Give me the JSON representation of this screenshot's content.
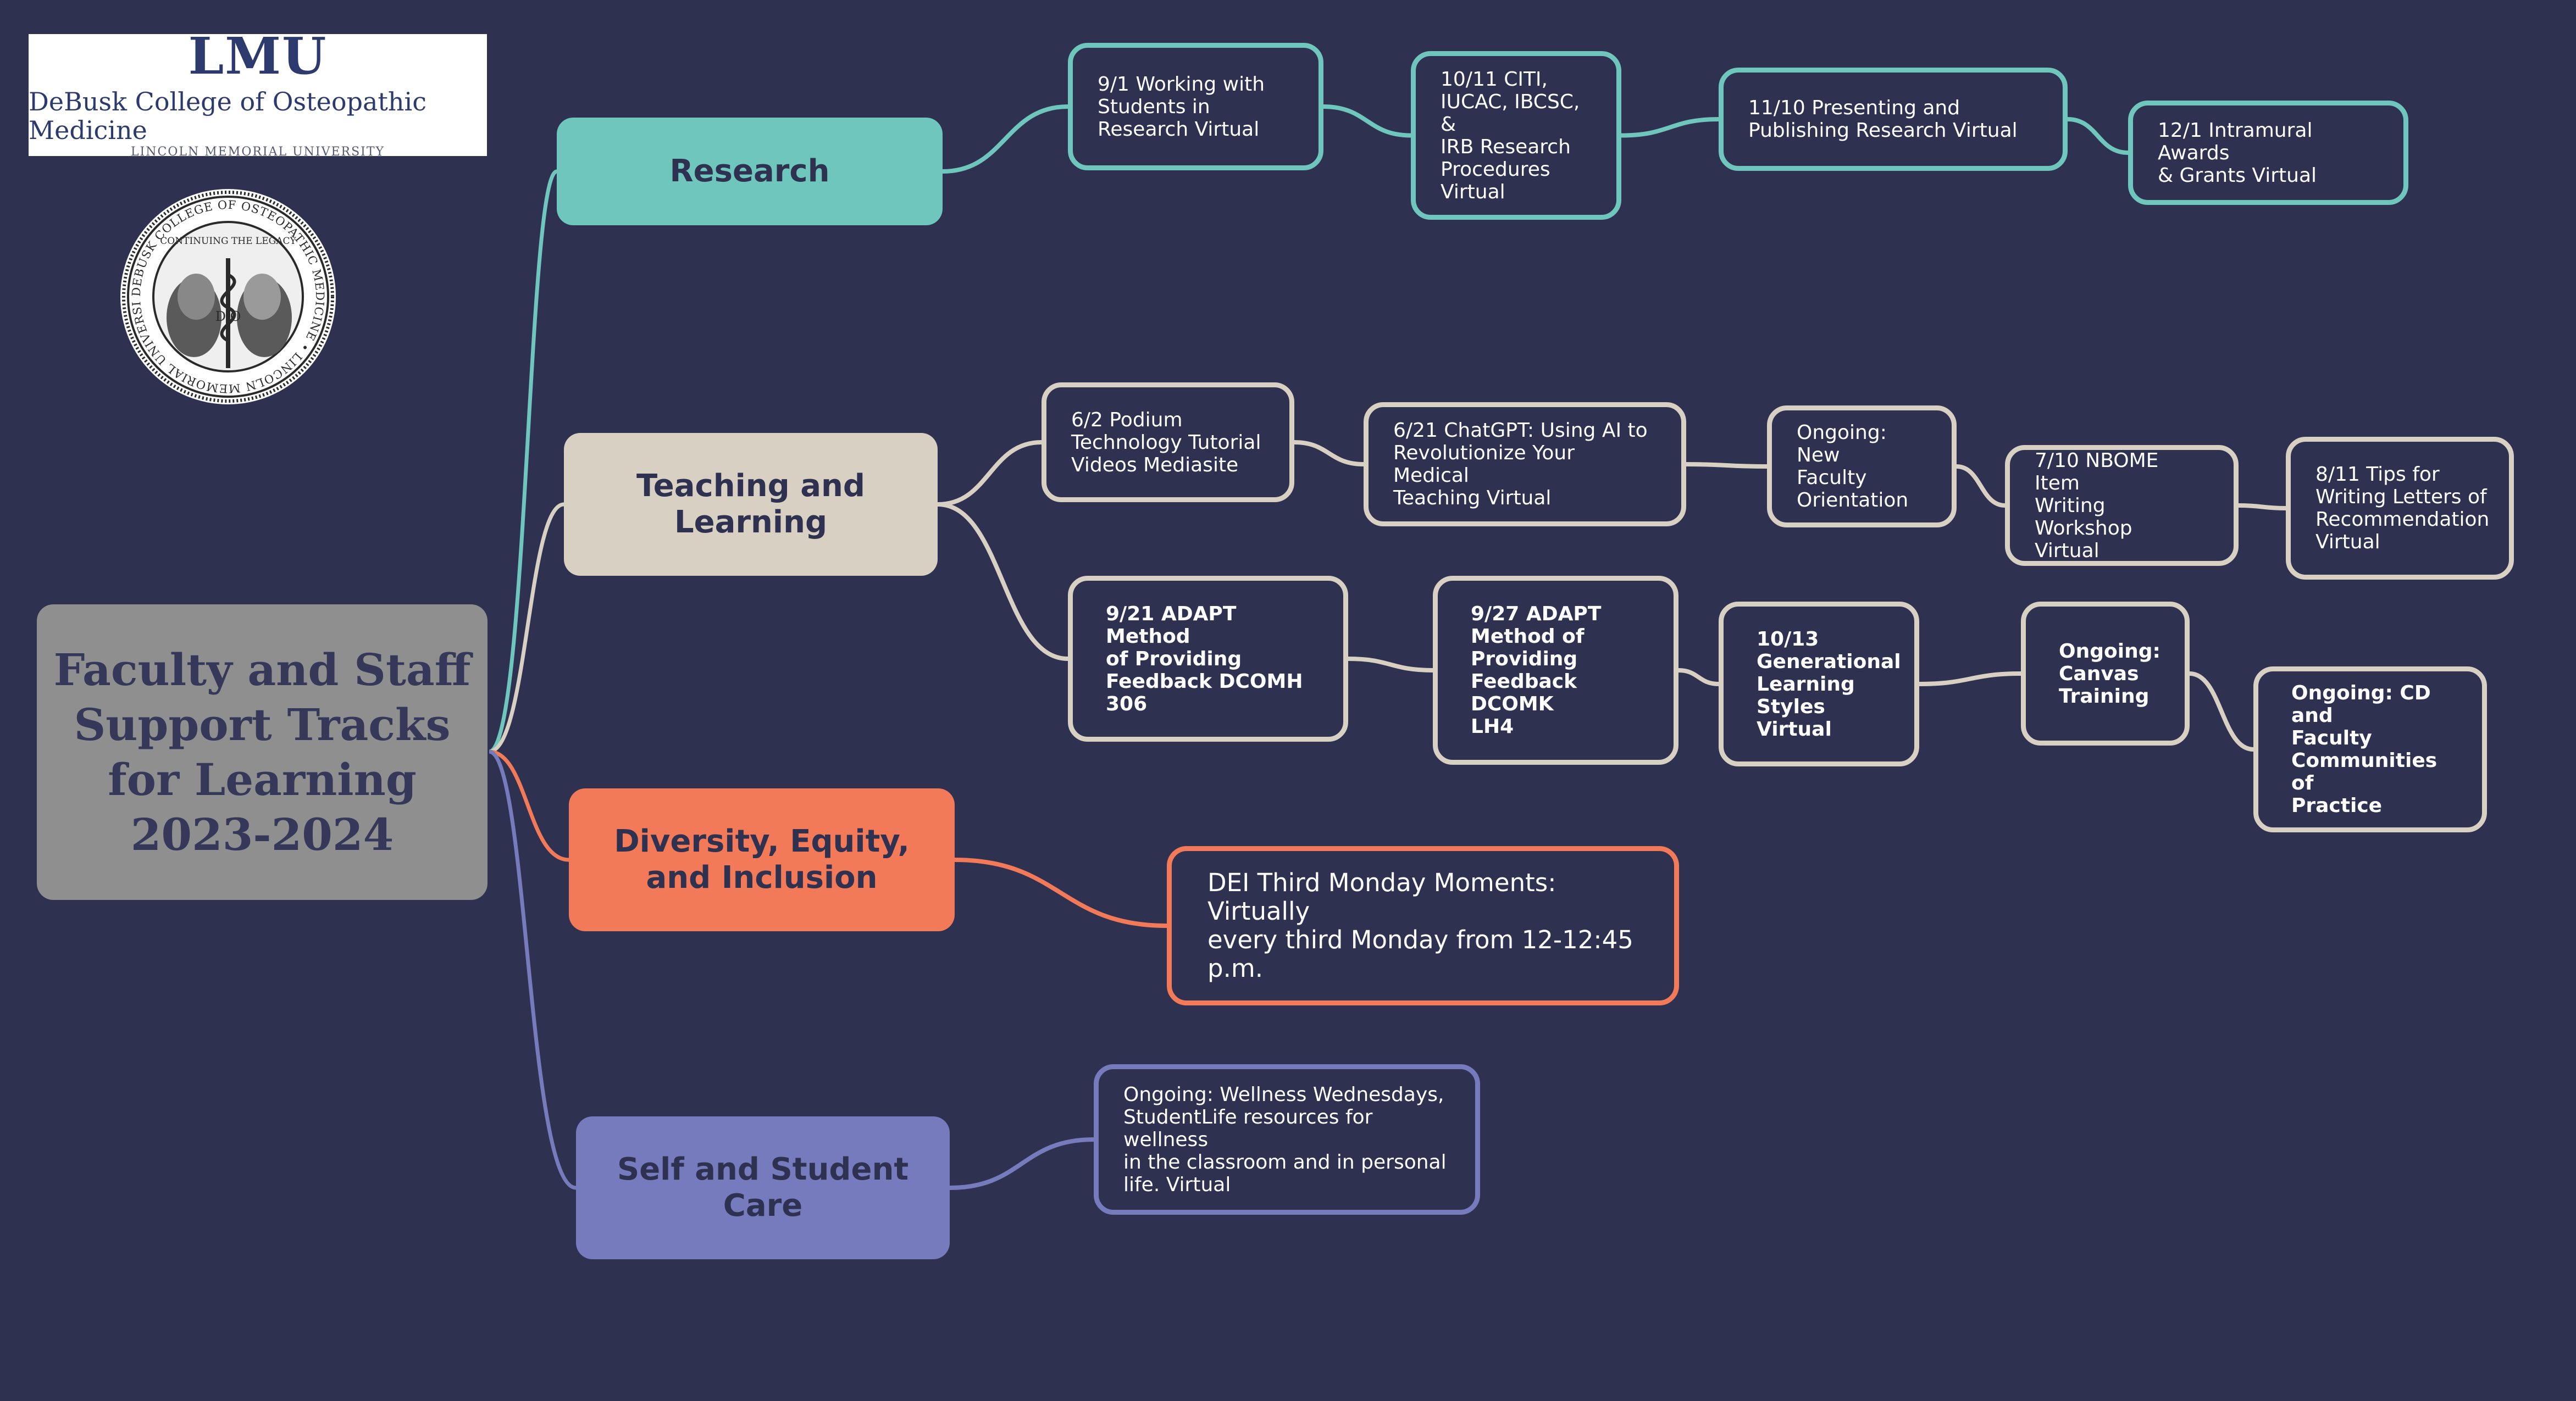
{
  "logo": {
    "title": "LMU",
    "college": "DeBusk College of Osteopathic Medicine",
    "university": "LINCOLN MEMORIAL UNIVERSITY"
  },
  "seal": {
    "ring_text": "DEBUSK COLLEGE OF OSTEOPATHIC MEDICINE • LINCOLN MEMORIAL UNIVERSITY •",
    "motto": "CONTINUING THE LEGACY",
    "letters": "D O"
  },
  "root": {
    "label": "Faculty and Staff\nSupport Tracks\nfor Learning\n2023-2024"
  },
  "colors": {
    "background": "#2f3150",
    "root": "#8f8f8f",
    "research": "#6ec6bc",
    "teaching": "#d9d0c4",
    "dei": "#f27a58",
    "selfcare": "#757bbd"
  },
  "tracks": [
    {
      "id": "research",
      "label": "Research",
      "color": "#6ec6bc",
      "rows": [
        [
          {
            "label": "9/1 Working with\nStudents in\nResearch Virtual"
          },
          {
            "label": "10/11 CITI,\nIUCAC, IBCSC, &\nIRB Research\nProcedures\nVirtual"
          },
          {
            "label": "11/10 Presenting and\nPublishing Research Virtual"
          },
          {
            "label": "12/1 Intramural Awards\n& Grants Virtual"
          }
        ]
      ]
    },
    {
      "id": "teaching",
      "label": "Teaching and\nLearning",
      "color": "#d9d0c4",
      "rows": [
        [
          {
            "label": "6/2 Podium\nTechnology Tutorial\nVideos Mediasite"
          },
          {
            "label": "6/21 ChatGPT: Using AI to\nRevolutionize Your Medical\nTeaching Virtual"
          },
          {
            "label": "Ongoing: New\nFaculty\nOrientation"
          },
          {
            "label": "7/10 NBOME Item\nWriting Workshop\nVirtual"
          },
          {
            "label": "8/11 Tips for\nWriting Letters of\nRecommendation\nVirtual"
          }
        ],
        [
          {
            "label": "9/21 ADAPT Method\nof Providing\nFeedback DCOMH\n306"
          },
          {
            "label": "9/27 ADAPT\nMethod of\nProviding\nFeedback DCOMK\nLH4"
          },
          {
            "label": "10/13\nGenerational\nLearning\nStyles Virtual"
          },
          {
            "label": "Ongoing:\nCanvas\nTraining"
          },
          {
            "label": "Ongoing: CD and\nFaculty\nCommunities of\nPractice"
          }
        ]
      ]
    },
    {
      "id": "dei",
      "label": "Diversity, Equity,\nand Inclusion",
      "color": "#f27a58",
      "rows": [
        [
          {
            "label": "DEI Third Monday Moments: Virtually\nevery third Monday from 12-12:45\np.m."
          }
        ]
      ]
    },
    {
      "id": "selfcare",
      "label": "Self and Student\nCare",
      "color": "#757bbd",
      "rows": [
        [
          {
            "label": "Ongoing: Wellness Wednesdays,\nStudentLife resources for wellness\nin the classroom and in personal\nlife. Virtual"
          }
        ]
      ]
    }
  ]
}
